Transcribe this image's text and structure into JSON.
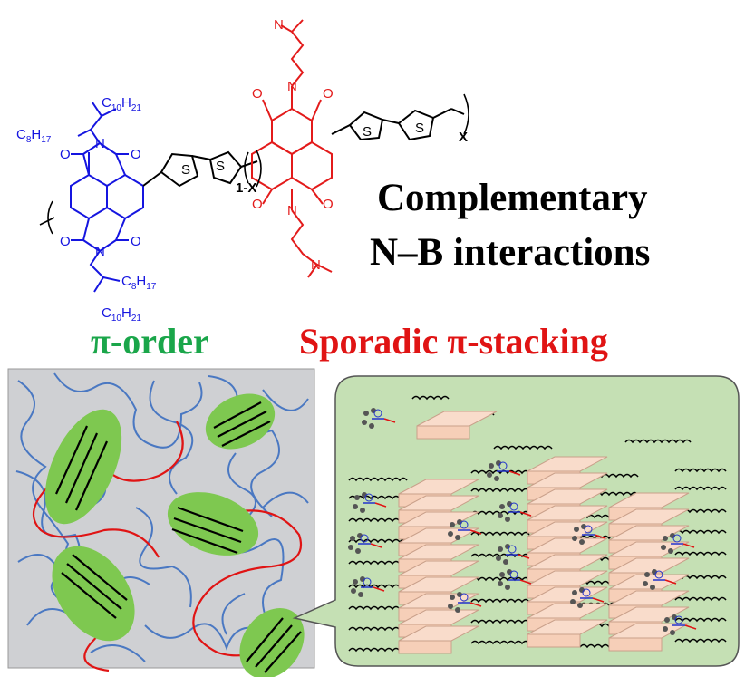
{
  "colors": {
    "blue_unit": "#1515e0",
    "red_unit": "#e31b1b",
    "pi_order": "#1aa64a",
    "sporadic": "#e01414",
    "panel_bg": "#cfd0d3",
    "zoom_bg": "#c5e0b4",
    "ordered_domain": "#7ec850",
    "stack": "#f6cfb8"
  },
  "structure": {
    "blue_side_chain_top": [
      "C",
      "10",
      "H",
      "21"
    ],
    "blue_side_chain_left": [
      "C",
      "8",
      "H",
      "17"
    ],
    "blue_side_chain_bottom_a": [
      "C",
      "8",
      "H",
      "17"
    ],
    "blue_side_chain_bottom_b": [
      "C",
      "10",
      "H",
      "21"
    ],
    "atom_N": "N",
    "atom_O": "O",
    "atom_S": "S",
    "sub_1mx": "1-X",
    "sub_x": "X"
  },
  "headline": {
    "line1": "Complementary",
    "line2": "N–B interactions"
  },
  "labels": {
    "pi_order": "π-order",
    "sporadic": "Sporadic π-stacking"
  },
  "icons": [
    "chemical-structure",
    "polymer-chain-network",
    "lamellar-stack",
    "borane-cluster"
  ]
}
